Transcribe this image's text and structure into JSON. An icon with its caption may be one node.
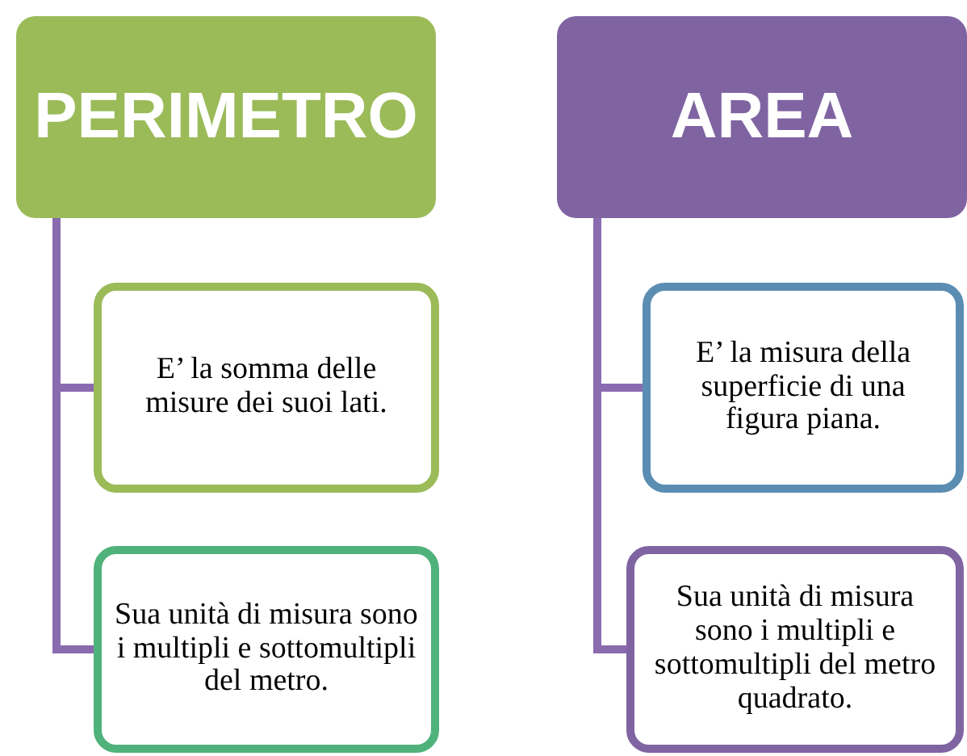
{
  "diagram": {
    "nodes": [
      {
        "text": [
          "PERIMETRO"
        ]
      },
      {
        "text": [
          "E’ la somma delle misure dei suoi lati."
        ]
      },
      {
        "text": [
          "Sua unità di misura sono i multipli e sottomultipli del metro."
        ]
      },
      {
        "text": [
          "AREA"
        ]
      },
      {
        "text": [
          "E’ la misura della superficie di una figura piana."
        ]
      },
      {
        "text": [
          "Sua unità di misura sono i multipli e sottomultipli del metro quadrato."
        ]
      }
    ],
    "edges": [
      {
        "from": 0,
        "to": 1,
        "arrow": "none"
      },
      {
        "from": 0,
        "to": 2,
        "arrow": "none"
      },
      {
        "from": 3,
        "to": 4,
        "arrow": "none"
      },
      {
        "from": 3,
        "to": 5,
        "arrow": "none"
      }
    ]
  }
}
